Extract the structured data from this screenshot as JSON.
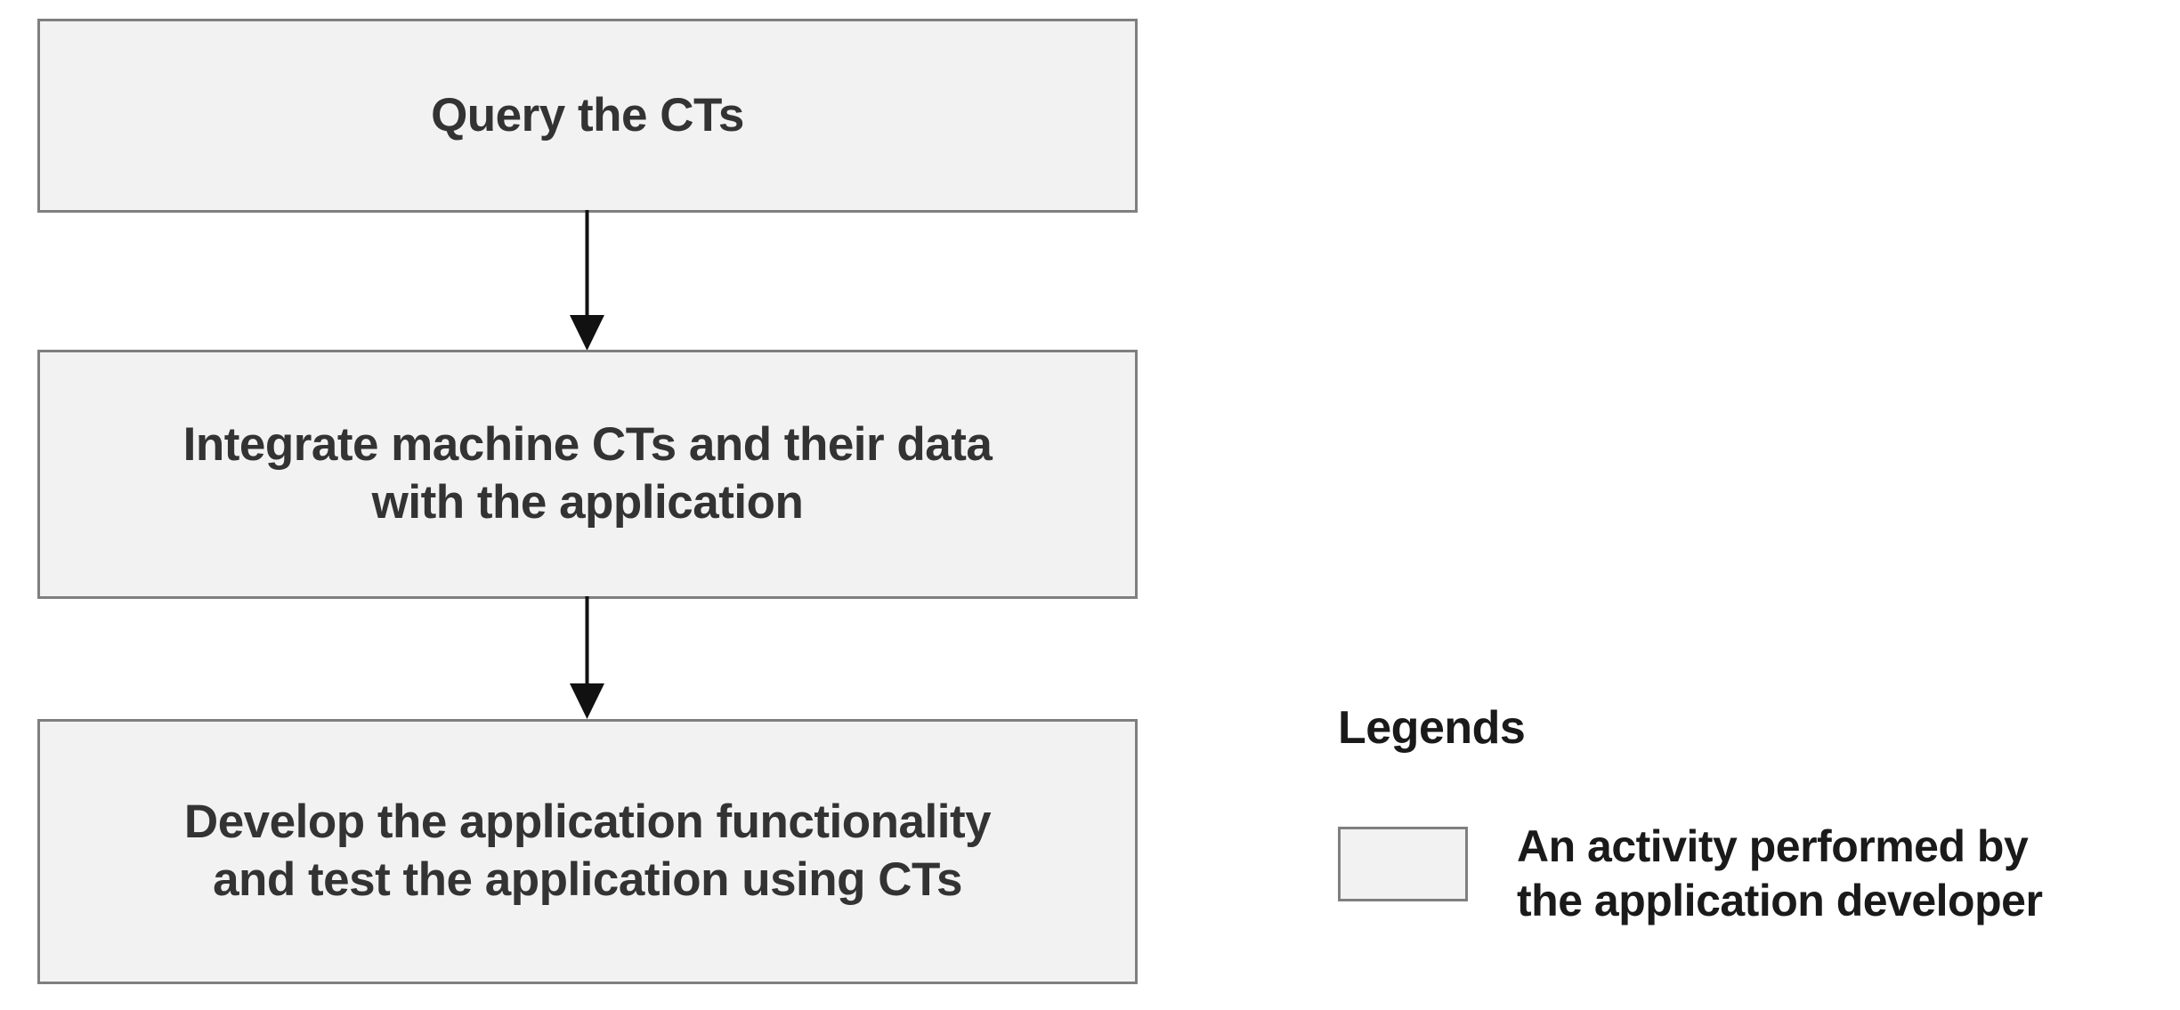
{
  "diagram": {
    "type": "flowchart",
    "orientation": "vertical",
    "background_color": "#ffffff",
    "node_fill_color": "#f2f2f2",
    "node_border_color": "#7f7f7f",
    "text_color": "#333333",
    "connector_color": "#111111",
    "nodes": [
      {
        "id": "query",
        "label": "Query the CTs",
        "shape": "rectangle"
      },
      {
        "id": "integrate",
        "label": "Integrate machine CTs and their data\nwith the application",
        "shape": "rectangle"
      },
      {
        "id": "develop",
        "label": "Develop the application functionality\nand test the application using CTs",
        "shape": "rectangle"
      }
    ],
    "edges": [
      {
        "id": "edge-1",
        "from": "query",
        "to": "integrate",
        "arrowhead": "filled-triangle"
      },
      {
        "id": "edge-2",
        "from": "integrate",
        "to": "develop",
        "arrowhead": "filled-triangle"
      }
    ]
  },
  "legend": {
    "title": "Legends",
    "items": [
      {
        "swatch": "rectangle",
        "swatch_fill": "#f2f2f2",
        "swatch_border": "#7f7f7f",
        "description": "An activity performed by\nthe application developer"
      }
    ]
  }
}
